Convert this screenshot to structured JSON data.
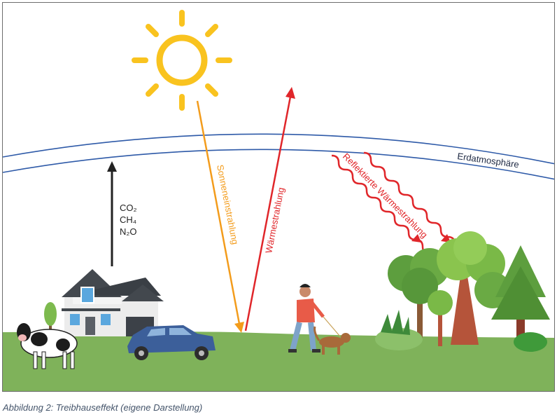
{
  "labels": {
    "atmosphere": "Erdatmosphäre",
    "solar": "Sonneneinstrahlung",
    "heat": "Wärmestrahlung",
    "reflected": "Reflektierte Wärmestrahlung",
    "gas_co2": "CO₂",
    "gas_ch4": "CH₄",
    "gas_n2o": "N₂O"
  },
  "caption": "Abbildung 2: Treibhauseffekt (eigene Darstellung)",
  "colors": {
    "sun": "#f9c31f",
    "solar_arrow": "#f39c1c",
    "heat_arrow": "#e0262a",
    "atmosphere_line": "#2e5aa8",
    "ground": "#7fb25a",
    "car": "#3c5f9a",
    "house_roof": "#43484e"
  }
}
